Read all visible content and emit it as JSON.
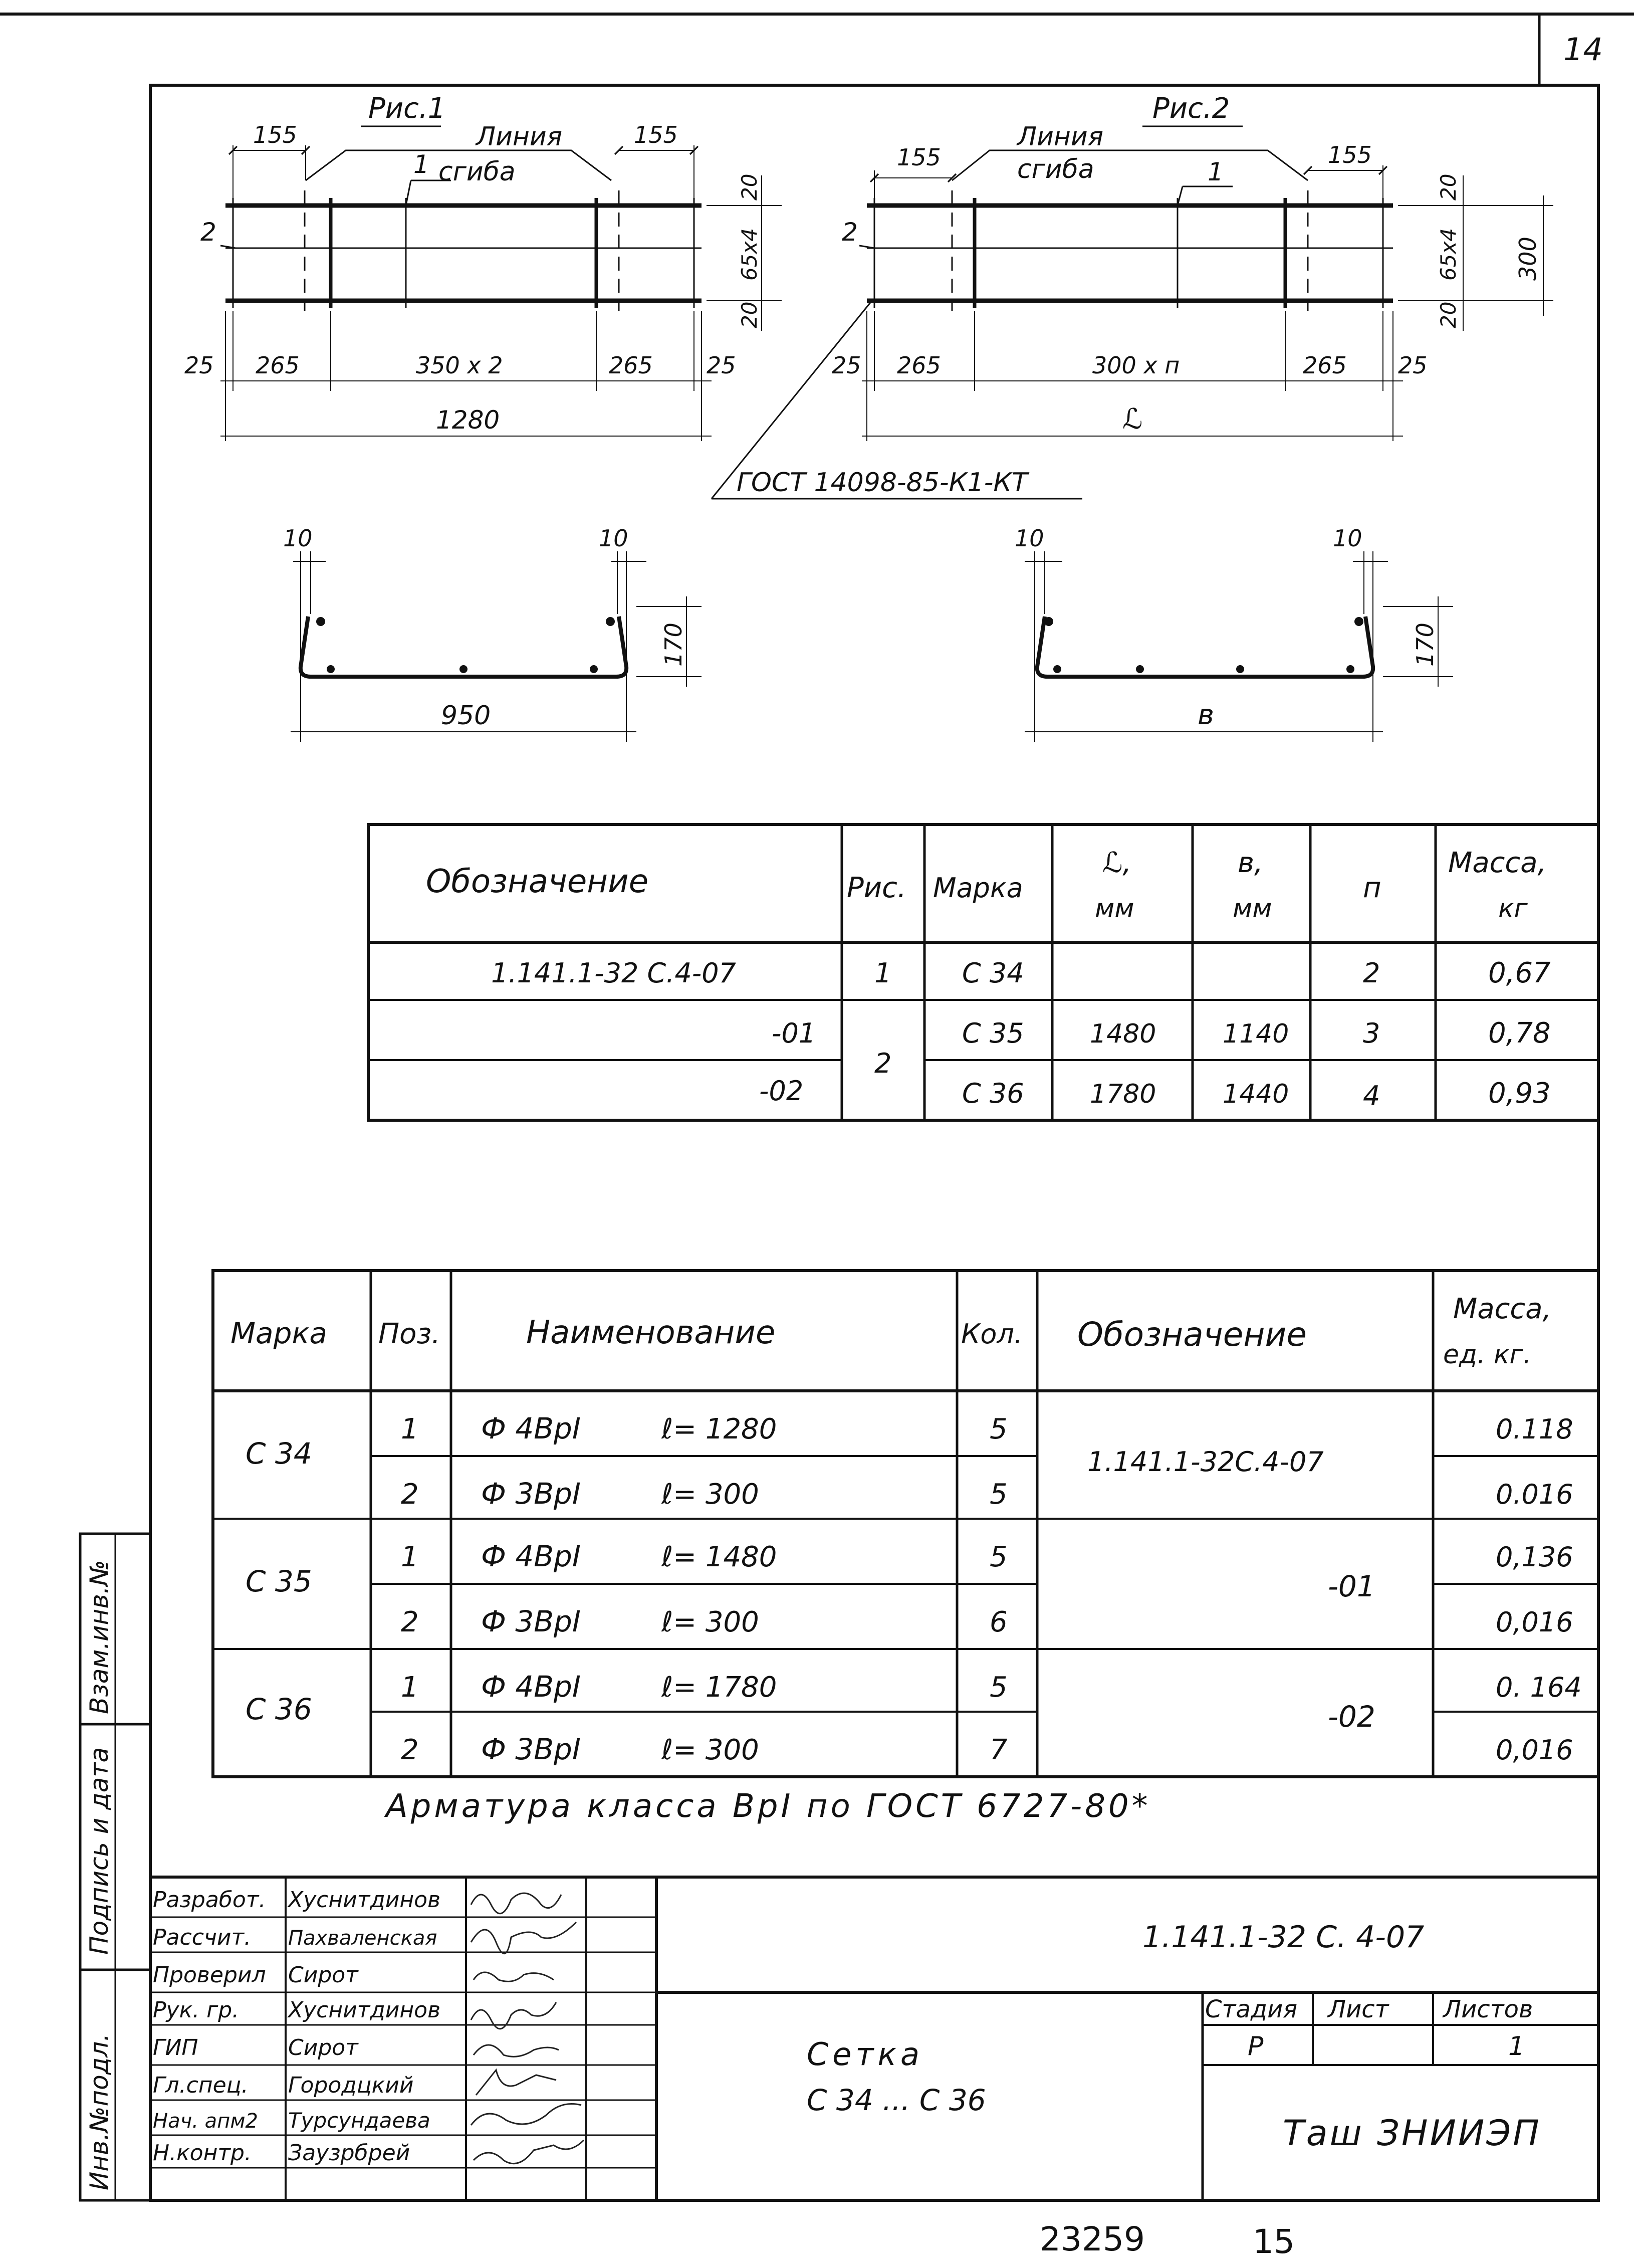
{
  "page_number": "14",
  "fig1": {
    "title": "Рис.1",
    "bend_label_1": "Линия",
    "bend_label_2": "сгиба",
    "pos1": "1",
    "pos2": "2",
    "dims": {
      "top_left": "155",
      "top_right": "155",
      "r1": "20",
      "r2": "65х4",
      "r3": "20",
      "b1": "25",
      "b2": "265",
      "b3": "350 х 2",
      "b4": "265",
      "b5": "25",
      "total": "1280"
    }
  },
  "fig2": {
    "title": "Рис.2",
    "bend_label_1": "Линия",
    "bend_label_2": "сгиба",
    "pos1": "1",
    "pos2": "2",
    "dims": {
      "top_left": "155",
      "top_right": "155",
      "r1": "20",
      "r2": "65х4",
      "r3": "20",
      "r_total": "300",
      "b1": "25",
      "b2": "265",
      "b3": "300 х п",
      "b4": "265",
      "b5": "25",
      "total": "ℒ"
    }
  },
  "gost_leader": "ГОСТ 14098-85-К1-КТ",
  "section1": {
    "d1": "10",
    "d2": "10",
    "height": "170",
    "width": "950"
  },
  "section2": {
    "d1": "10",
    "d2": "10",
    "height": "170",
    "width": "в"
  },
  "table1": {
    "headers": [
      "Обозначение",
      "Рис.",
      "Марка",
      "ℒ,",
      "мм",
      "в,",
      "мм",
      "п",
      "Масса,",
      "кг"
    ],
    "rows": [
      {
        "designation": "1.141.1-32 С.4-07",
        "fig": "1",
        "mark": "С 34",
        "L": "",
        "B": "",
        "n": "2",
        "mass": "0,67"
      },
      {
        "designation": "-01",
        "fig": "2",
        "mark": "С 35",
        "L": "1480",
        "B": "1140",
        "n": "3",
        "mass": "0,78"
      },
      {
        "designation": "-02",
        "fig": "",
        "mark": "С 36",
        "L": "1780",
        "B": "1440",
        "n": "4",
        "mass": "0,93"
      }
    ]
  },
  "table2": {
    "headers": {
      "mark": "Марка",
      "pos": "Поз.",
      "name": "Наименование",
      "qty": "Кол.",
      "designation": "Обозначение",
      "mass1": "Масса,",
      "mass2": "ед. кг."
    },
    "groups": [
      {
        "mark": "С 34",
        "designation": "1.141.1-32С.4-07",
        "rows": [
          {
            "pos": "1",
            "name": "Ф 4ВрI",
            "len": "ℓ= 1280",
            "qty": "5",
            "mass": "0.118"
          },
          {
            "pos": "2",
            "name": "Ф 3ВрI",
            "len": "ℓ= 300",
            "qty": "5",
            "mass": "0.016"
          }
        ]
      },
      {
        "mark": "С 35",
        "designation": "-01",
        "rows": [
          {
            "pos": "1",
            "name": "Ф 4ВрI",
            "len": "ℓ= 1480",
            "qty": "5",
            "mass": "0,136"
          },
          {
            "pos": "2",
            "name": "Ф 3ВрI",
            "len": "ℓ= 300",
            "qty": "6",
            "mass": "0,016"
          }
        ]
      },
      {
        "mark": "С 36",
        "designation": "-02",
        "rows": [
          {
            "pos": "1",
            "name": "Ф 4ВрI",
            "len": "ℓ= 1780",
            "qty": "5",
            "mass": "0. 164"
          },
          {
            "pos": "2",
            "name": "Ф 3ВрI",
            "len": "ℓ= 300",
            "qty": "7",
            "mass": "0,016"
          }
        ]
      }
    ]
  },
  "note": "Арматура класса ВрI по ГОСТ 6727-80*",
  "title_block": {
    "roles": [
      "Разработ.",
      "Рассчит.",
      "Проверил",
      "Рук. гр.",
      "ГИП",
      "Гл.спец.",
      "Нач. апм2",
      "Н.контр."
    ],
    "names": [
      "Хуснитдинов",
      "Пахваленская",
      "Сирот",
      "Хуснитдинов",
      "Сирот",
      "Городцкий",
      "Турсундаева",
      "Заузрбрей"
    ],
    "doc_code": "1.141.1-32 С. 4-07",
    "stage_label": "Стадия",
    "sheet_label": "Лист",
    "sheets_label": "Листов",
    "stage": "Р",
    "sheet": "",
    "sheets": "1",
    "title_line1": "Сетка",
    "title_line2": "С 34 ... С 36",
    "org": "Таш ЗНИИЭП"
  },
  "side_stamp": [
    "Инв.№подл.",
    "Подпись и дата",
    "Взам.инв.№"
  ],
  "footer": {
    "number": "23259",
    "page": "15"
  }
}
